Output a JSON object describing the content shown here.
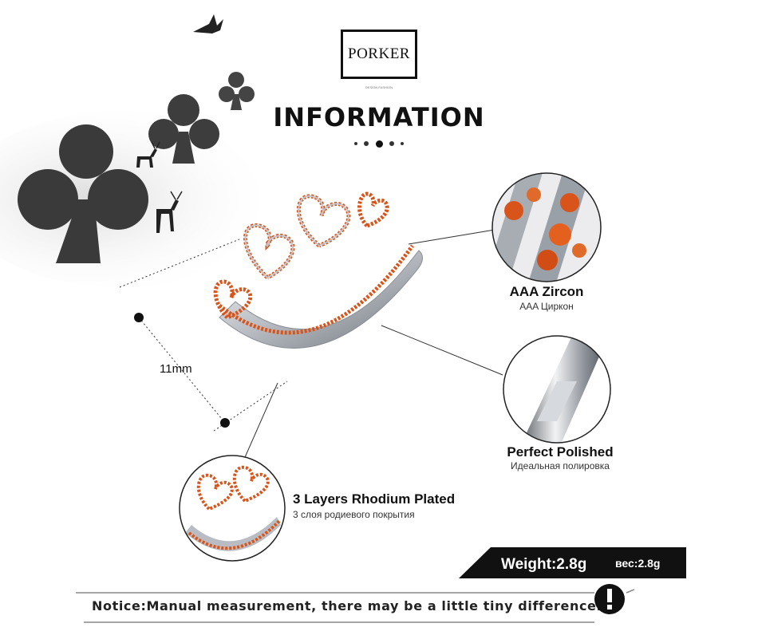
{
  "brand": {
    "name": "PORKER",
    "tagline": "DESIGN FASHION"
  },
  "header": {
    "title": "INFORMATION"
  },
  "measurement": {
    "label": "11mm"
  },
  "features": [
    {
      "title": "AAA  Zircon",
      "subtitle": "AAA Циркон"
    },
    {
      "title": "Perfect  Polished",
      "subtitle": "Идеальная полировка"
    },
    {
      "title": "3 Layers Rhodium Plated",
      "subtitle": "3 слоя родиевого покрытия"
    }
  ],
  "weight": {
    "label": "Weight:2.8g",
    "label_ru": "вес:2.8g"
  },
  "notice": {
    "text": "Notice:Manual measurement, there may be a little tiny difference.",
    "icon": "exclamation-icon"
  },
  "colors": {
    "gem": "#d9541a",
    "metal": "#c9ccd1",
    "dark": "#111111"
  }
}
